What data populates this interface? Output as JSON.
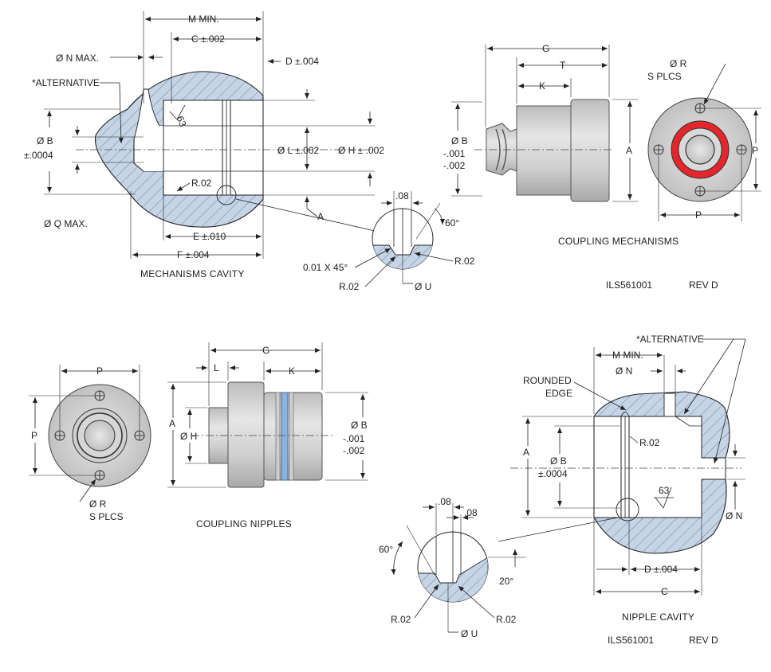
{
  "labels": {
    "m_min": "M MIN.",
    "c_002": "C ±.002",
    "d_004": "D ±.004",
    "n_max": "Ø N MAX.",
    "alternative": "*ALTERNATIVE",
    "b": "Ø B",
    "b_0004": "±.0004",
    "l_002": "Ø L ±.002",
    "h_002": "Ø H ± .002",
    "r02": "R.02",
    "a": "A",
    "q_max": "Ø Q MAX.",
    "e_010": "E ±.010",
    "f_004": "F ±.004",
    "finish_63": "63",
    "mechanisms_cavity": "MECHANISMS CAVITY",
    "d08": ".08",
    "deg60": "60°",
    "chamfer": "0.01 X 45°",
    "u": "Ø U",
    "g": "G",
    "t": "T",
    "k": "K",
    "b_001": "-.001",
    "b_002": "-.002",
    "r_splcs_r": "Ø R",
    "s_plcs": "S PLCS",
    "p": "P",
    "coupling_mechanisms": "COUPLING MECHANISMS",
    "drawing_no": "ILS561001",
    "rev": "REV D",
    "l": "L",
    "h": "Ø H",
    "coupling_nipples": "COUPLING NIPPLES",
    "rounded": "ROUNDED",
    "edge": "EDGE",
    "n": "Ø N",
    "deg20": "20°",
    "c": "C",
    "nipple_cavity": "NIPPLE CAVITY"
  },
  "colors": {
    "hatch_fill": "#c5d5e6",
    "part_gray": "#d3d3d3",
    "red_seal": "#e3252c",
    "blue_seal": "#89b3e0"
  }
}
